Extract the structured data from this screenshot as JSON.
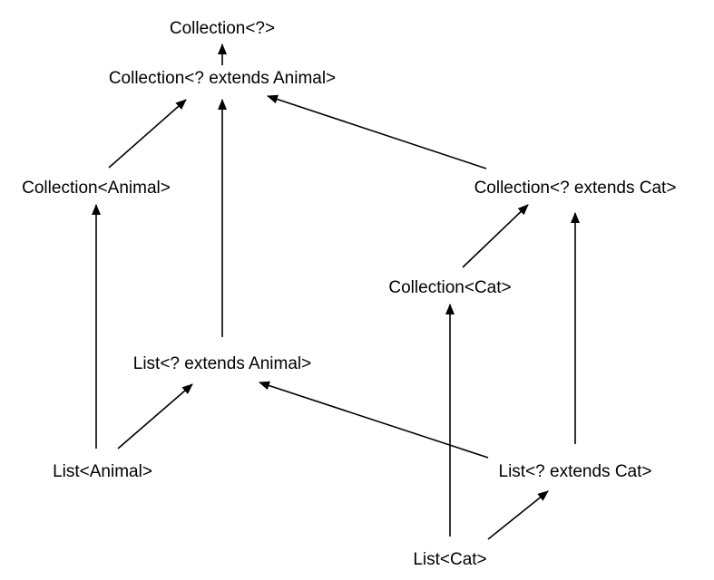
{
  "nodes": [
    {
      "id": "collection-wildcard",
      "label": "Collection<?>"
    },
    {
      "id": "collection-extends-animal",
      "label": "Collection<? extends Animal>"
    },
    {
      "id": "collection-animal",
      "label": "Collection<Animal>"
    },
    {
      "id": "collection-extends-cat",
      "label": "Collection<? extends Cat>"
    },
    {
      "id": "collection-cat",
      "label": "Collection<Cat>"
    },
    {
      "id": "list-extends-animal",
      "label": "List<? extends Animal>"
    },
    {
      "id": "list-animal",
      "label": "List<Animal>"
    },
    {
      "id": "list-extends-cat",
      "label": "List<? extends Cat>"
    },
    {
      "id": "list-cat",
      "label": "List<Cat>"
    }
  ],
  "edges": [
    {
      "from": "collection-extends-animal",
      "to": "collection-wildcard"
    },
    {
      "from": "collection-animal",
      "to": "collection-extends-animal"
    },
    {
      "from": "list-extends-animal",
      "to": "collection-extends-animal"
    },
    {
      "from": "collection-extends-cat",
      "to": "collection-extends-animal"
    },
    {
      "from": "list-animal",
      "to": "collection-animal"
    },
    {
      "from": "collection-cat",
      "to": "collection-extends-cat"
    },
    {
      "from": "list-extends-cat",
      "to": "collection-extends-cat"
    },
    {
      "from": "list-cat",
      "to": "collection-cat"
    },
    {
      "from": "list-animal",
      "to": "list-extends-animal"
    },
    {
      "from": "list-extends-cat",
      "to": "list-extends-animal"
    },
    {
      "from": "list-cat",
      "to": "list-extends-cat"
    }
  ],
  "colors": {
    "line": "#000000",
    "text": "#000000",
    "background": "#ffffff"
  }
}
